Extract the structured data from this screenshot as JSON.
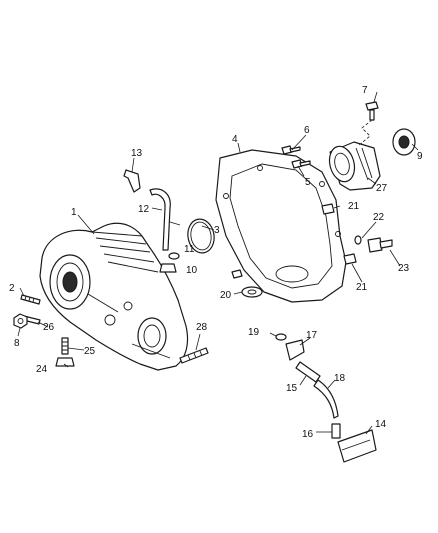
{
  "callouts": {
    "c1": "1",
    "c2": "2",
    "c3": "3",
    "c4": "4",
    "c5": "5",
    "c6": "6",
    "c7": "7",
    "c8": "8",
    "c9": "9",
    "c10": "10",
    "c11": "11",
    "c12": "12",
    "c13": "13",
    "c14": "14",
    "c15": "15",
    "c16": "16",
    "c17": "17",
    "c18": "18",
    "c19": "19",
    "c20": "20",
    "c21a": "21",
    "c21b": "21",
    "c22": "22",
    "c23": "23",
    "c24": "24",
    "c25": "25",
    "c26": "26",
    "c27": "27",
    "c28": "28"
  }
}
